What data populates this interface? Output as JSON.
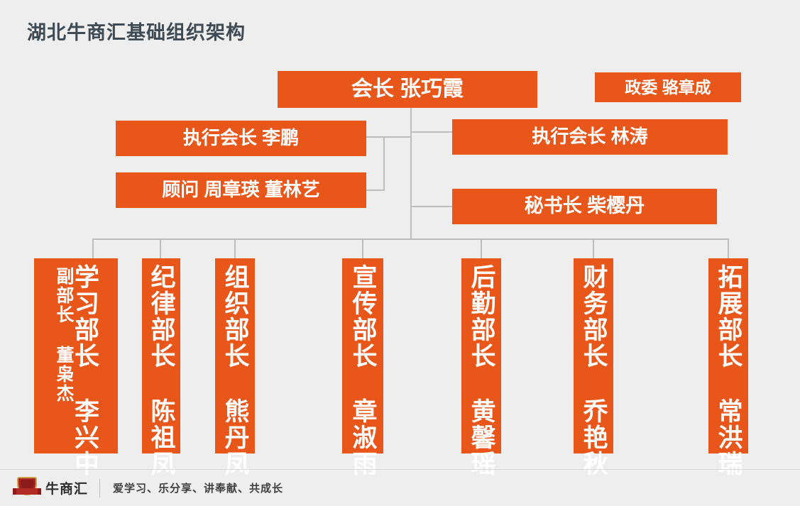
{
  "slide": {
    "title": "湖北牛商汇基础组织架构",
    "background_color": "#eeeeee",
    "accent_color": "#e8561a",
    "line_color": "#bdbdbd",
    "title_color": "#3e4a54"
  },
  "org_chart": {
    "chairman": {
      "label": "会长 张巧霞",
      "role": "会长",
      "name": "张巧霞"
    },
    "commissar": {
      "label": "政委   骆章成",
      "role": "政委",
      "name": "骆章成"
    },
    "exec_chairman_left": {
      "label": "执行会长   李鹏",
      "role": "执行会长",
      "name": "李鹏"
    },
    "exec_chairman_right": {
      "label": "执行会长   林涛",
      "role": "执行会长",
      "name": "林涛"
    },
    "advisors": {
      "label": "顾问  周章瑛 董林艺",
      "role": "顾问",
      "name": "周章瑛 董林艺"
    },
    "secretary_general": {
      "label": "秘书长  柴樱丹",
      "role": "秘书长",
      "name": "柴樱丹"
    },
    "departments": [
      {
        "main": "学习部长 李兴中",
        "sub": "副部长 董枭杰",
        "role": "学习部长",
        "name": "李兴中",
        "deputy_role": "副部长",
        "deputy_name": "董枭杰"
      },
      {
        "main": "纪律部长 陈祖凤",
        "sub": "",
        "role": "纪律部长",
        "name": "陈祖凤"
      },
      {
        "main": "组织部长 熊丹凤",
        "sub": "",
        "role": "组织部长",
        "name": "熊丹凤"
      },
      {
        "main": "宣传部长 章淑雨",
        "sub": "",
        "role": "宣传部长",
        "name": "章淑雨"
      },
      {
        "main": "后勤部长 黄馨瑶",
        "sub": "",
        "role": "后勤部长",
        "name": "黄馨瑶"
      },
      {
        "main": "财务部长 乔艳秋",
        "sub": "",
        "role": "财务部长",
        "name": "乔艳秋"
      },
      {
        "main": "拓展部长 常洪瑞",
        "sub": "",
        "role": "拓展部长",
        "name": "常洪瑞"
      }
    ]
  },
  "footer": {
    "logo_icon": "shield-badge-icon",
    "brand": "牛商汇",
    "slogan": "爱学习、乐分享、讲奉献、共成长"
  }
}
